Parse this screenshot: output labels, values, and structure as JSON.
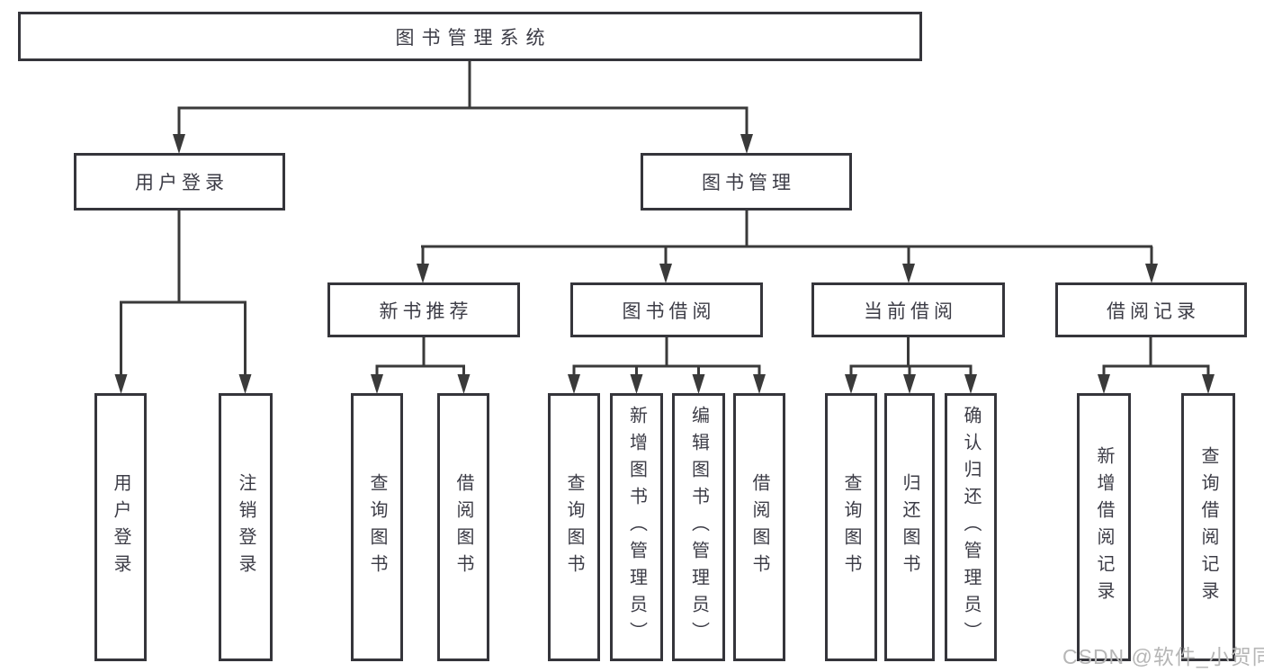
{
  "tree": {
    "root": {
      "label": "图书管理系统"
    },
    "branches": [
      {
        "label": "用户登录",
        "children": [
          {
            "label": "用户登录"
          },
          {
            "label": "注销登录"
          }
        ]
      },
      {
        "label": "图书管理",
        "children": [
          {
            "label": "新书推荐",
            "children": [
              {
                "label": "查询图书"
              },
              {
                "label": "借阅图书"
              }
            ]
          },
          {
            "label": "图书借阅",
            "children": [
              {
                "label": "查询图书"
              },
              {
                "label": "新增图书（管理员）"
              },
              {
                "label": "编辑图书（管理员）"
              },
              {
                "label": "借阅图书"
              }
            ]
          },
          {
            "label": "当前借阅",
            "children": [
              {
                "label": "查询图书"
              },
              {
                "label": "归还图书"
              },
              {
                "label": "确认归还（管理员）"
              }
            ]
          },
          {
            "label": "借阅记录",
            "children": [
              {
                "label": "新增借阅记录"
              },
              {
                "label": "查询借阅记录"
              }
            ]
          }
        ]
      }
    ]
  },
  "watermark": {
    "text": "CSDN @软件_小贺同学"
  },
  "colors": {
    "background": "#ffffff",
    "line": "#3a3a3a",
    "box_border": "#35353b",
    "text": "#3c3c46",
    "watermark": "#b6b6b6"
  }
}
